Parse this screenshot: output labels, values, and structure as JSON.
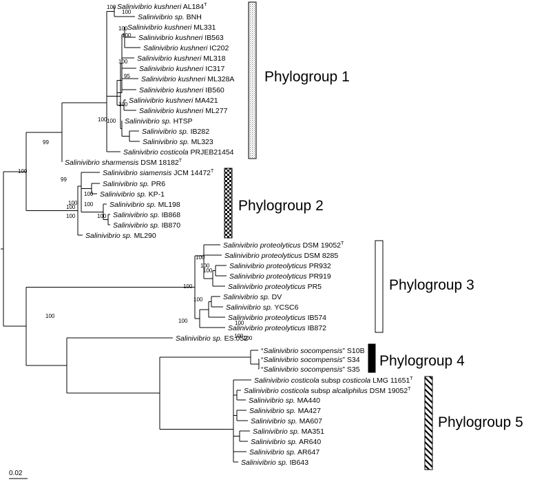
{
  "tree": {
    "leaves": [
      {
        "genus": "Salinivibrio",
        "rest": " kushneri",
        "strain": " AL184",
        "sup": "T"
      },
      {
        "genus": "Salinivibrio",
        "rest": " sp.",
        "strain": " BNH",
        "sup": ""
      },
      {
        "genus": "Salinivibrio",
        "rest": " kushneri",
        "strain": " ML331",
        "sup": ""
      },
      {
        "genus": "Salinivibrio",
        "rest": " kushneri",
        "strain": " IB563",
        "sup": ""
      },
      {
        "genus": "Salinivibrio",
        "rest": " kushneri",
        "strain": " IC202",
        "sup": ""
      },
      {
        "genus": "Salinivibrio",
        "rest": " kushneri",
        "strain": " ML318",
        "sup": ""
      },
      {
        "genus": "Salinivibrio",
        "rest": " kushneri",
        "strain": " IC317",
        "sup": ""
      },
      {
        "genus": "Salinivibrio",
        "rest": " kushneri",
        "strain": " ML328A",
        "sup": ""
      },
      {
        "genus": "Salinivibrio",
        "rest": " kushneri",
        "strain": " IB560",
        "sup": ""
      },
      {
        "genus": "Salinivibrio",
        "rest": " kushneri",
        "strain": " MA421",
        "sup": ""
      },
      {
        "genus": "Salinivibrio",
        "rest": " kushneri",
        "strain": " ML277",
        "sup": ""
      },
      {
        "genus": "Salinivibrio",
        "rest": " sp.",
        "strain": " HTSP",
        "sup": ""
      },
      {
        "genus": "Salinivibrio",
        "rest": " sp.",
        "strain": " IB282",
        "sup": ""
      },
      {
        "genus": "Salinivibrio",
        "rest": " sp.",
        "strain": " ML323",
        "sup": ""
      },
      {
        "genus": "Salinivibrio",
        "rest": " costicola",
        "strain": " PRJEB21454",
        "sup": ""
      },
      {
        "genus": "Salinivibrio",
        "rest": " sharmensis",
        "strain": " DSM 18182",
        "sup": "T"
      },
      {
        "genus": "Salinivibrio",
        "rest": " siamensis",
        "strain": " JCM 14472",
        "sup": "T"
      },
      {
        "genus": "Salinivibrio",
        "rest": " sp.",
        "strain": " PR6",
        "sup": ""
      },
      {
        "genus": "Salinivibrio",
        "rest": " sp.",
        "strain": " KP-1",
        "sup": ""
      },
      {
        "genus": "Salinivibrio",
        "rest": " sp.",
        "strain": " ML198",
        "sup": ""
      },
      {
        "genus": "Salinivibrio",
        "rest": " sp.",
        "strain": " IB868",
        "sup": ""
      },
      {
        "genus": "Salinivibrio",
        "rest": " sp.",
        "strain": " IB870",
        "sup": ""
      },
      {
        "genus": "Salinivibrio",
        "rest": " sp.",
        "strain": " ML290",
        "sup": ""
      },
      {
        "genus": "Salinivibrio",
        "rest": " proteolyticus",
        "strain": " DSM 19052",
        "sup": "T"
      },
      {
        "genus": "Salinivibrio",
        "rest": " proteolyticus",
        "strain": " DSM 8285",
        "sup": ""
      },
      {
        "genus": "Salinivibrio",
        "rest": " proteolyticus",
        "strain": " PR932",
        "sup": ""
      },
      {
        "genus": "Salinivibrio",
        "rest": " proteolyticus",
        "strain": " PR919",
        "sup": ""
      },
      {
        "genus": "Salinivibrio",
        "rest": " proteolyticus",
        "strain": " PR5",
        "sup": ""
      },
      {
        "genus": "Salinivibrio",
        "rest": " sp.",
        "strain": " DV",
        "sup": ""
      },
      {
        "genus": "Salinivibrio",
        "rest": " sp.",
        "strain": " YCSC6",
        "sup": ""
      },
      {
        "genus": "Salinivibrio",
        "rest": " proteolyticus",
        "strain": " IB574",
        "sup": ""
      },
      {
        "genus": "Salinivibrio",
        "rest": " proteolyticus",
        "strain": " IB872",
        "sup": ""
      },
      {
        "genus": "Salinivibrio",
        "rest": " sp.",
        "strain": " ES.052",
        "sup": ""
      },
      {
        "pre": "“",
        "genus": "Salinivibrio",
        "rest": " socompensis",
        "post": "”",
        "strain": " S10B",
        "sup": ""
      },
      {
        "pre": "“",
        "genus": "Salinivibrio",
        "rest": " socompensis",
        "post": "”",
        "strain": " S34",
        "sup": ""
      },
      {
        "pre": "“",
        "genus": "Salinivibrio",
        "rest": " socompensis",
        "post": "”",
        "strain": " S35",
        "sup": ""
      },
      {
        "genus": "Salinivibrio",
        "rest": " costicola",
        "strain": " subsp ",
        "rest2": "costicola",
        "strain2": " LMG 11651",
        "sup": "T"
      },
      {
        "genus": "Salinivibrio",
        "rest": " costicola",
        "strain": " subsp ",
        "rest2": "alcaliphilus",
        "strain2": " DSM 19052",
        "sup": "T"
      },
      {
        "genus": "Salinivibrio",
        "rest": " sp.",
        "strain": " MA440",
        "sup": ""
      },
      {
        "genus": "Salinivibrio",
        "rest": " sp.",
        "strain": " MA427",
        "sup": ""
      },
      {
        "genus": "Salinivibrio",
        "rest": " sp.",
        "strain": " MA607",
        "sup": ""
      },
      {
        "genus": "Salinivibrio",
        "rest": " sp.",
        "strain": " MA351",
        "sup": ""
      },
      {
        "genus": "Salinivibrio",
        "rest": " sp.",
        "strain": " AR640",
        "sup": ""
      },
      {
        "genus": "Salinivibrio",
        "rest": " sp.",
        "strain": " AR647",
        "sup": ""
      },
      {
        "genus": "Salinivibrio",
        "rest": " sp.",
        "strain": " IB643",
        "sup": ""
      }
    ],
    "bootstraps": [
      "100",
      "100",
      "100",
      "100",
      "95",
      "100",
      "100",
      "100",
      "100",
      "99",
      "100",
      "99",
      "100",
      "100",
      "100",
      "100",
      "100",
      "100",
      "100",
      "100",
      "100",
      "100",
      "100",
      "100",
      "100",
      "100",
      "100",
      "100"
    ],
    "phylogroups": [
      {
        "label": "Phylogroup 1",
        "pattern": "dots"
      },
      {
        "label": "Phylogroup 2",
        "pattern": "checker"
      },
      {
        "label": "Phylogroup 3",
        "pattern": "empty"
      },
      {
        "label": "Phylogroup 4",
        "pattern": "solid"
      },
      {
        "label": "Phylogroup 5",
        "pattern": "hatch"
      }
    ],
    "scale_label": "0.02"
  }
}
